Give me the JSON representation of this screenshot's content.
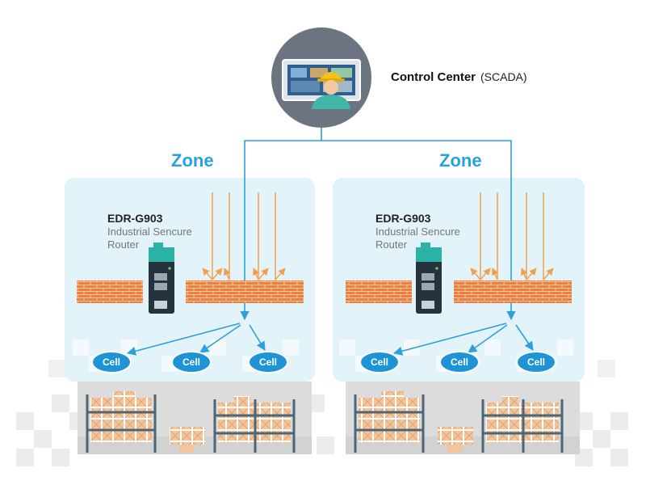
{
  "control_center": {
    "title": "Control Center",
    "subtitle": "(SCADA)"
  },
  "zones": [
    {
      "label": "Zone",
      "device": {
        "model": "EDR-G903",
        "description": "Industrial Sencure Router"
      },
      "cells": [
        "Cell",
        "Cell",
        "Cell"
      ]
    },
    {
      "label": "Zone",
      "device": {
        "model": "EDR-G903",
        "description": "Industrial Sencure Router"
      },
      "cells": [
        "Cell",
        "Cell",
        "Cell"
      ]
    }
  ],
  "colors": {
    "network_line": "#2aa0dc",
    "zone_panel": "#e3f3fa",
    "firewall_brick": "#ef7d3a",
    "threat_arrow": "#f2a050",
    "cell_badge": "#1e93d6",
    "control_center_circle": "#6b7480"
  },
  "icons": [
    "monitor-icon",
    "operator-icon",
    "router-icon",
    "firewall-icon",
    "threat-arrow-icon",
    "warehouse-shelf-icon",
    "box-icon"
  ]
}
